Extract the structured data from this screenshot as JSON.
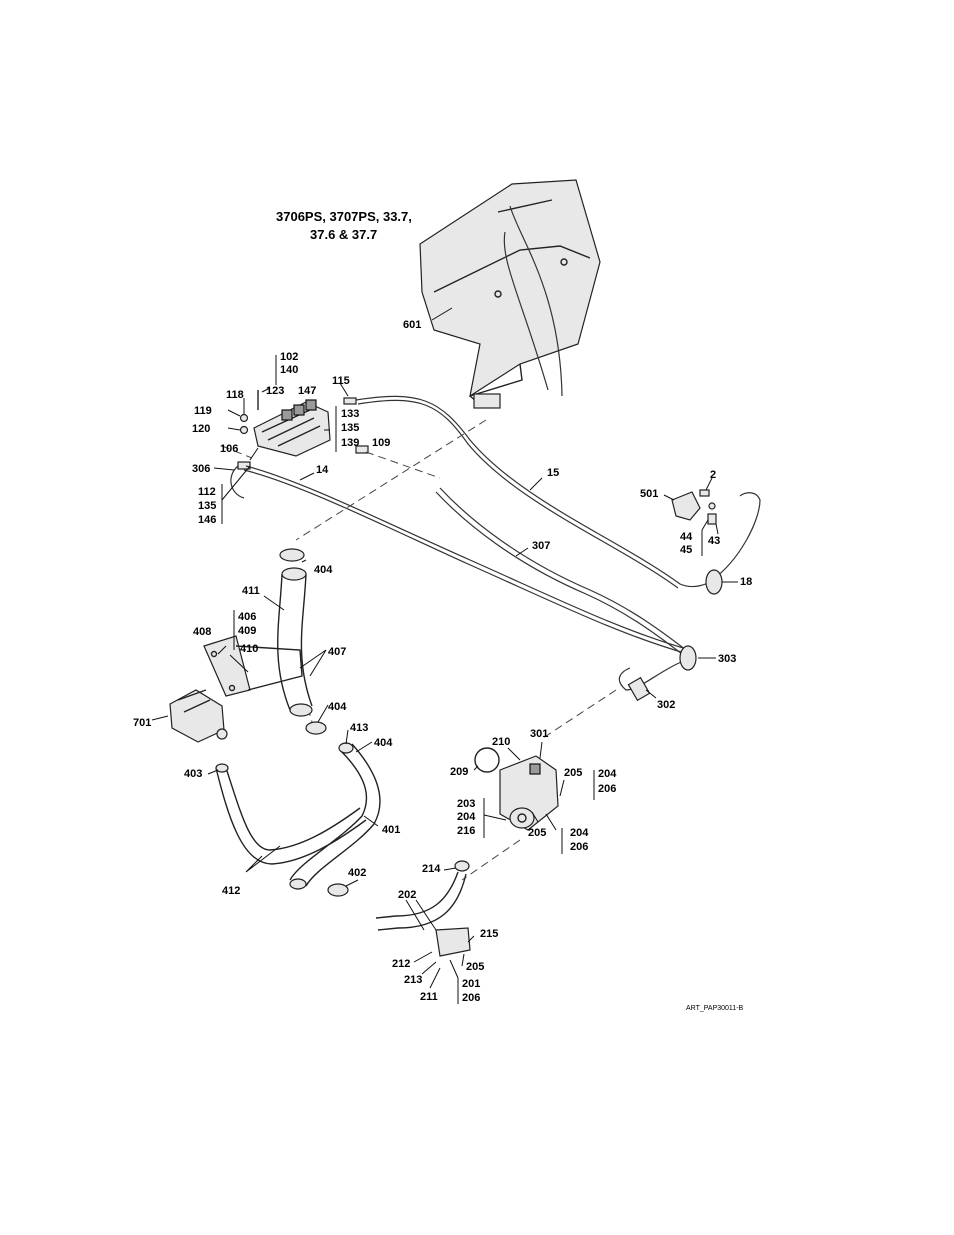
{
  "title_lines": [
    "3706PS, 3707PS, 33.7,",
    "37.6 & 37.7"
  ],
  "art_id": "ART_PAP30011-B",
  "callouts": [
    "601",
    "102",
    "140",
    "115",
    "118",
    "123",
    "147",
    "119",
    "133",
    "120",
    "135",
    "106",
    "139",
    "109",
    "306",
    "14",
    "15",
    "112",
    "135",
    "146",
    "2",
    "501",
    "44",
    "45",
    "43",
    "307",
    "404",
    "18",
    "411",
    "406",
    "409",
    "408",
    "410",
    "407",
    "303",
    "302",
    "701",
    "404",
    "413",
    "404",
    "301",
    "210",
    "209",
    "403",
    "205",
    "204",
    "206",
    "203",
    "204",
    "216",
    "205",
    "204",
    "206",
    "401",
    "214",
    "412",
    "402",
    "202",
    "215",
    "212",
    "205",
    "213",
    "201",
    "211",
    "206"
  ]
}
